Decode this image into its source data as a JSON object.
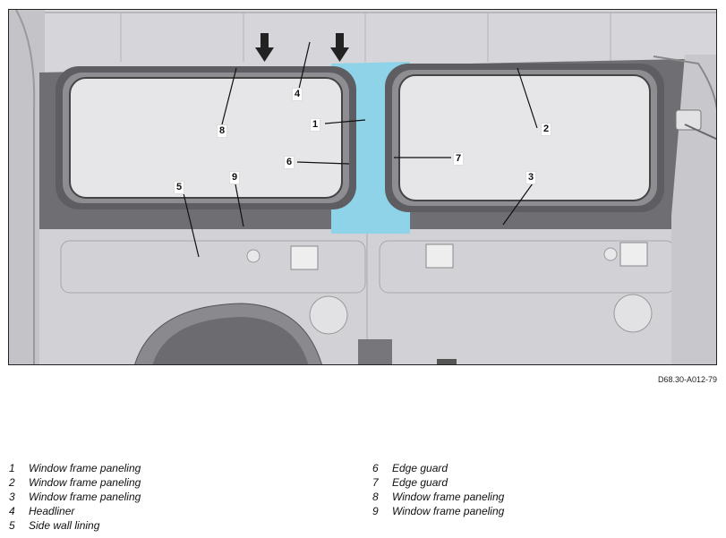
{
  "figure_id": "D68.30-A012-79",
  "callouts": [
    "1",
    "2",
    "3",
    "4",
    "5",
    "6",
    "7",
    "8",
    "9"
  ],
  "legend_left": [
    {
      "num": "1",
      "text": "Window frame paneling"
    },
    {
      "num": "2",
      "text": "Window frame paneling"
    },
    {
      "num": "3",
      "text": "Window frame paneling"
    },
    {
      "num": "4",
      "text": "Headliner"
    },
    {
      "num": "5",
      "text": "Side wall lining"
    }
  ],
  "legend_right": [
    {
      "num": "6",
      "text": "Edge guard"
    },
    {
      "num": "7",
      "text": "Edge guard"
    },
    {
      "num": "8",
      "text": "Window frame paneling"
    },
    {
      "num": "9",
      "text": "Window frame paneling"
    }
  ],
  "colors": {
    "highlight": "#8fd3e8",
    "panel": "#d3d3d7",
    "frame": "#7e7e82",
    "glass": "#e6e6e8"
  }
}
